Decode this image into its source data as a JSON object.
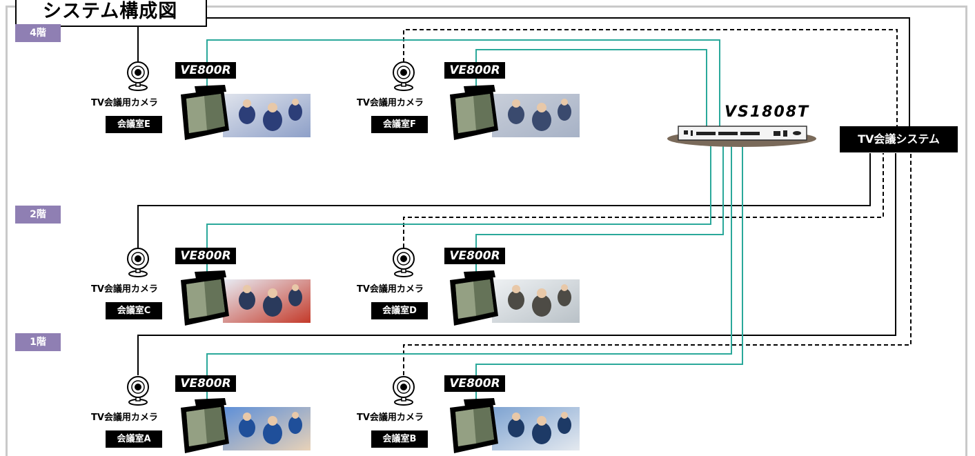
{
  "title": "システム構成図",
  "floors": [
    {
      "label": "4階"
    },
    {
      "label": "2階"
    },
    {
      "label": "1階"
    }
  ],
  "switch": {
    "label": "VS1808T"
  },
  "tv_system": {
    "label": "TV会議システム"
  },
  "units": [
    {
      "camera_label": "TV会議用カメラ",
      "room": "会議室E",
      "device": "VE800R",
      "photo_palette": [
        "#2c3e78",
        "#dfe3ec",
        "#8ea0c8"
      ]
    },
    {
      "camera_label": "TV会議用カメラ",
      "room": "会議室F",
      "device": "VE800R",
      "photo_palette": [
        "#3a4a6e",
        "#c8ced9",
        "#a7b2c6"
      ]
    },
    {
      "camera_label": "TV会議用カメラ",
      "room": "会議室C",
      "device": "VE800R",
      "photo_palette": [
        "#2a3a5c",
        "#e8ecf4",
        "#c43a2a"
      ]
    },
    {
      "camera_label": "TV会議用カメラ",
      "room": "会議室D",
      "device": "VE800R",
      "photo_palette": [
        "#4d4b45",
        "#eef1f3",
        "#b9c1c7"
      ]
    },
    {
      "camera_label": "TV会議用カメラ",
      "room": "会議室A",
      "device": "VE800R",
      "photo_palette": [
        "#1f4f9a",
        "#5d8fd8",
        "#e8d2b8"
      ]
    },
    {
      "camera_label": "TV会議用カメラ",
      "room": "会議室B",
      "device": "VE800R",
      "photo_palette": [
        "#1d3a66",
        "#7ea3d1",
        "#e4e9ef"
      ]
    }
  ],
  "colors": {
    "kvm_cable": "#2aa89a",
    "av_cable": "#000000",
    "floor_badge": "#8f7fb3",
    "frame": "#c9c9c9",
    "switch_base": "#7a6a5a"
  }
}
